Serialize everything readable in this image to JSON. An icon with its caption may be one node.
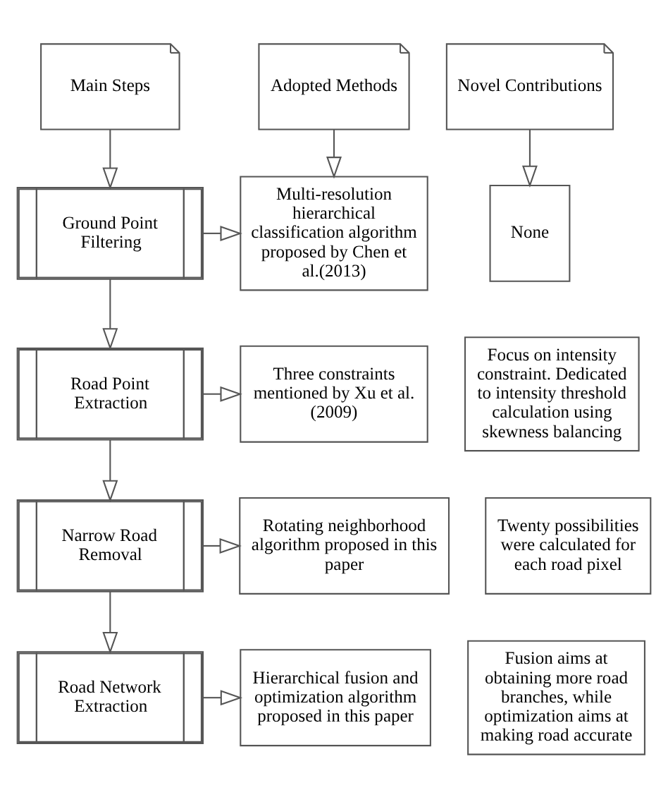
{
  "diagram": {
    "nodes": [
      {
        "text": [
          "Main Steps"
        ]
      },
      {
        "text": [
          "Adopted Methods"
        ]
      },
      {
        "text": [
          "Novel Contributions"
        ]
      },
      {
        "text": [
          "Ground Point Filtering"
        ]
      },
      {
        "text": [
          "Multi-resolution hierarchical classification algorithm proposed by Chen et al.(2013)"
        ]
      },
      {
        "text": [
          "None"
        ]
      },
      {
        "text": [
          "Road Point Extraction"
        ]
      },
      {
        "text": [
          "Three constraints mentioned by Xu et al. (2009)"
        ]
      },
      {
        "text": [
          "Focus on intensity constraint. Dedicated to intensity threshold calculation using skewness balancing"
        ]
      },
      {
        "text": [
          "Narrow Road Removal"
        ]
      },
      {
        "text": [
          "Rotating neighborhood algorithm proposed in this paper"
        ]
      },
      {
        "text": [
          "Twenty possibilities were calculated for each road pixel"
        ]
      },
      {
        "text": [
          "Road Network Extraction"
        ]
      },
      {
        "text": [
          "Hierarchical fusion and optimization algorithm proposed in this paper"
        ]
      },
      {
        "text": [
          "Fusion aims at obtaining more road branches, while optimization aims at making road accurate"
        ]
      }
    ],
    "edges": [
      {
        "from": 0,
        "to": 3,
        "arrow": "to"
      },
      {
        "from": 1,
        "to": 4,
        "arrow": "to"
      },
      {
        "from": 2,
        "to": 5,
        "arrow": "to"
      },
      {
        "from": 3,
        "to": 4,
        "arrow": "to"
      },
      {
        "from": 3,
        "to": 6,
        "arrow": "to"
      },
      {
        "from": 6,
        "to": 7,
        "arrow": "to"
      },
      {
        "from": 6,
        "to": 9,
        "arrow": "to"
      },
      {
        "from": 9,
        "to": 10,
        "arrow": "to"
      },
      {
        "from": 9,
        "to": 12,
        "arrow": "to"
      },
      {
        "from": 12,
        "to": 13,
        "arrow": "to"
      }
    ]
  }
}
